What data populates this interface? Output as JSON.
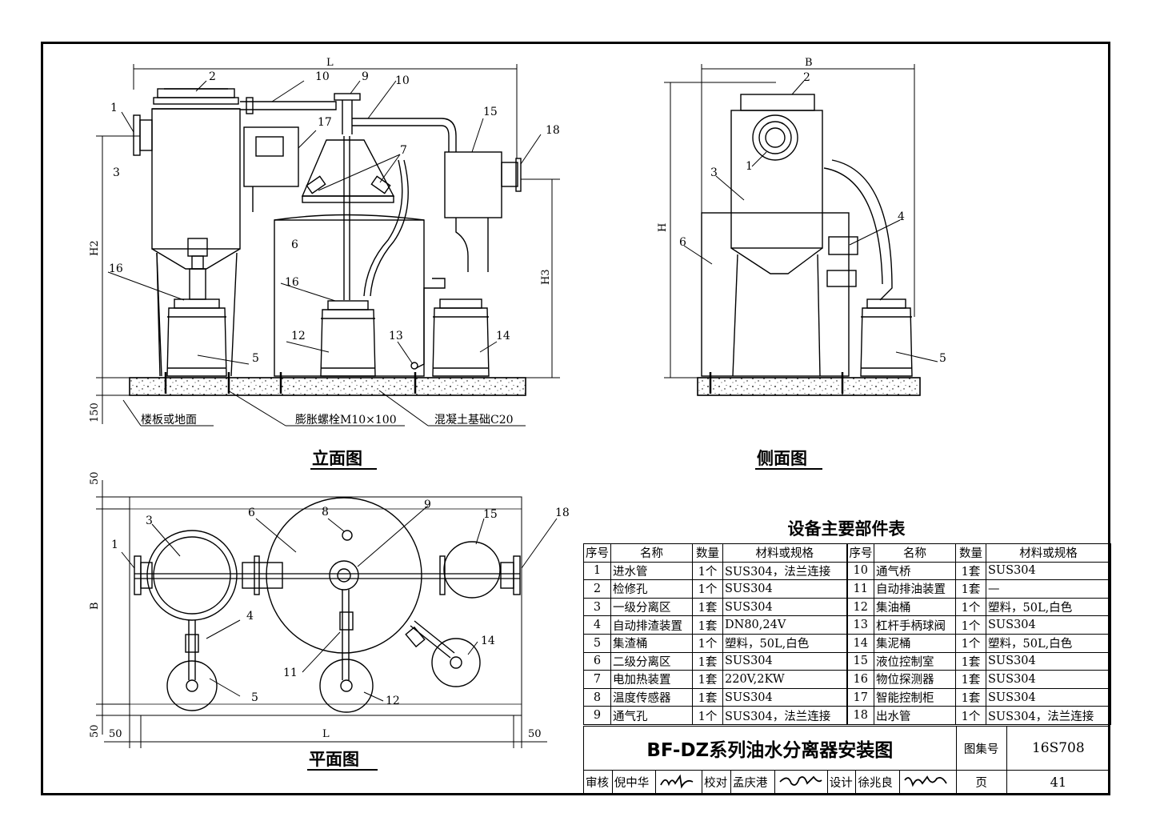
{
  "drawing": {
    "views": {
      "elevation_title": "立面图",
      "side_title": "侧面图",
      "plan_title": "平面图"
    },
    "dimensions": {
      "L": "L",
      "B": "B",
      "H": "H",
      "H2": "H2",
      "H3": "H3",
      "d150": "150",
      "d50": "50"
    },
    "callouts": {
      "floor": "楼板或地面",
      "bolt": "膨胀螺栓M10×100",
      "concrete": "混凝土基础C20"
    },
    "numbers": [
      "1",
      "2",
      "3",
      "4",
      "5",
      "6",
      "7",
      "8",
      "9",
      "10",
      "11",
      "12",
      "13",
      "14",
      "15",
      "16",
      "17",
      "18"
    ]
  },
  "parts_table": {
    "title": "设备主要部件表",
    "headers": [
      "序号",
      "名称",
      "数量",
      "材料或规格",
      "序号",
      "名称",
      "数量",
      "材料或规格"
    ],
    "rows": [
      [
        "1",
        "进水管",
        "1个",
        "SUS304，法兰连接",
        "10",
        "通气桥",
        "1套",
        "SUS304"
      ],
      [
        "2",
        "检修孔",
        "1个",
        "SUS304",
        "11",
        "自动排油装置",
        "1套",
        "—"
      ],
      [
        "3",
        "一级分离区",
        "1套",
        "SUS304",
        "12",
        "集油桶",
        "1个",
        "塑料，50L,白色"
      ],
      [
        "4",
        "自动排渣装置",
        "1套",
        "DN80,24V",
        "13",
        "杠杆手柄球阀",
        "1个",
        "SUS304"
      ],
      [
        "5",
        "集渣桶",
        "1个",
        "塑料，50L,白色",
        "14",
        "集泥桶",
        "1个",
        "塑料，50L,白色"
      ],
      [
        "6",
        "二级分离区",
        "1套",
        "SUS304",
        "15",
        "液位控制室",
        "1套",
        "SUS304"
      ],
      [
        "7",
        "电加热装置",
        "1套",
        "220V,2KW",
        "16",
        "物位探测器",
        "1套",
        "SUS304"
      ],
      [
        "8",
        "温度传感器",
        "1套",
        "SUS304",
        "17",
        "智能控制柜",
        "1套",
        "SUS304"
      ],
      [
        "9",
        "通气孔",
        "1个",
        "SUS304，法兰连接",
        "18",
        "出水管",
        "1个",
        "SUS304，法兰连接"
      ]
    ]
  },
  "title_block": {
    "title": "BF-DZ系列油水分离器安装图",
    "atlas_label": "图集号",
    "atlas_no": "16S708",
    "review_label": "审核",
    "review_name": "倪中华",
    "check_label": "校对",
    "check_name": "孟庆港",
    "design_label": "设计",
    "design_name": "徐兆良",
    "page_label": "页",
    "page_no": "41"
  }
}
